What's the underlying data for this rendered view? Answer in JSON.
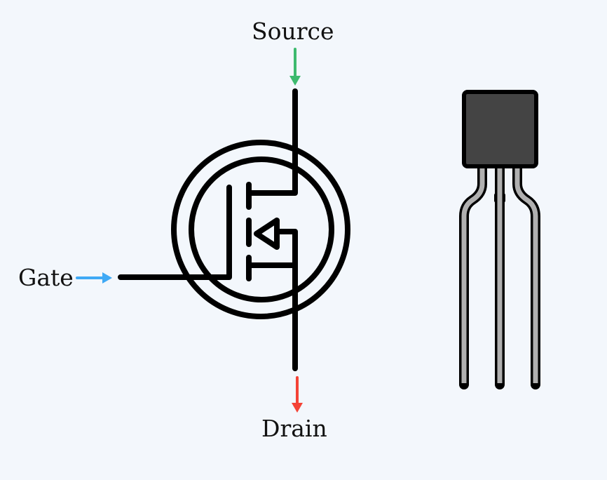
{
  "labels": {
    "source": "Source",
    "gate": "Gate",
    "drain": "Drain"
  },
  "colors": {
    "background": "#f3f7fc",
    "source_arrow": "#3dba6e",
    "gate_arrow": "#3fa9f5",
    "drain_arrow": "#f44336",
    "body": "#444444",
    "leads": "#b0b0b0",
    "stroke": "#000000"
  },
  "icons": {
    "symbol": "mosfet-symbol",
    "package": "to-92-transistor-package"
  }
}
